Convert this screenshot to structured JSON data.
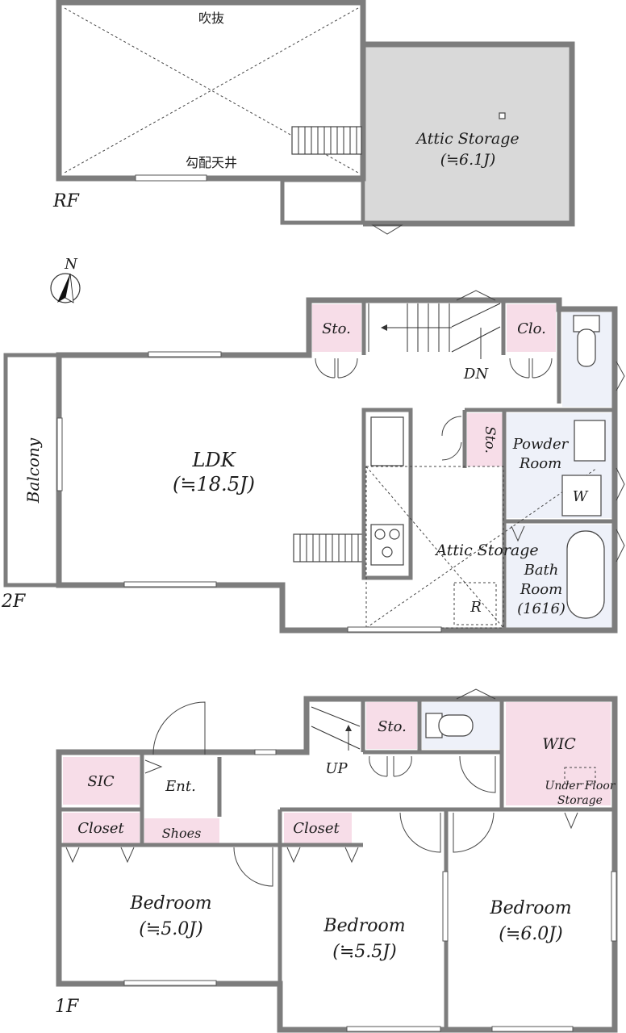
{
  "floors": {
    "rf": {
      "label": "RF",
      "void_label": "吹抜",
      "ceiling_label": "勾配天井",
      "attic_label": "Attic Storage",
      "attic_size": "(≒6.1J)"
    },
    "f2": {
      "label": "2F",
      "north_label": "N",
      "balcony": "Balcony",
      "ldk": "LDK",
      "ldk_size": "(≒18.5J)",
      "sto1": "Sto.",
      "clo": "Clo.",
      "dn": "DN",
      "sto2": "Sto.",
      "powder1": "Powder",
      "powder2": "Room",
      "w": "W",
      "attic": "Attic Storage",
      "bath1": "Bath",
      "bath2": "Room",
      "bath3": "(1616)",
      "r": "R"
    },
    "f1": {
      "label": "1F",
      "sto": "Sto.",
      "wic": "WIC",
      "ufs1": "Under Floor",
      "ufs2": "Storage",
      "sic": "SIC",
      "ent": "Ent.",
      "up": "UP",
      "closet1": "Closet",
      "shoes": "Shoes",
      "closet2": "Closet",
      "bed1": "Bedroom",
      "bed1_size": "(≒5.0J)",
      "bed2": "Bedroom",
      "bed2_size": "(≒5.5J)",
      "bed3": "Bedroom",
      "bed3_size": "(≒6.0J)"
    }
  },
  "colors": {
    "wall": "#7d7d7d",
    "storage_pink": "#f7dde8",
    "wet_blue": "#eef1f9",
    "attic_grey": "#d9d9d9"
  }
}
